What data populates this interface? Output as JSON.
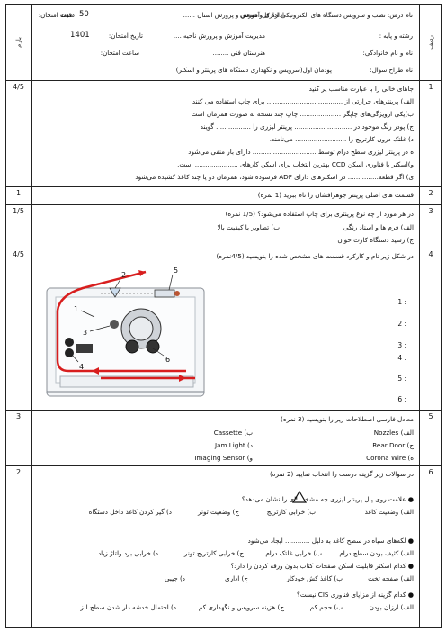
{
  "header": {
    "row1": {
      "course": "نام درس: نصب و سرویس دستگاه های الکترونیکی اداری و صنعتی",
      "office": "اداره کل آموزش و پرورش استان ......",
      "duration_label": "مدت امتحان:",
      "duration_value": "50",
      "duration_unit": "دقیقه"
    },
    "row2": {
      "field": "رشته و پایه :",
      "office2": "مدیریت آموزش و پرورش ناحیه ....",
      "date_label": "تاریخ امتحان:",
      "date_value": "1401"
    },
    "row3": {
      "student": "نام و نام خانوادگی:",
      "school": "هنرستان فنی ........",
      "time_label": "ساعت امتحان:"
    },
    "row4": {
      "designer": "نام طراح سوال:",
      "term": "پودمان اول(سرویس و نگهداری دستگاه های پرینتر و اسکنر)"
    },
    "side_label_right": "ردیف",
    "side_label_left": "بارم"
  },
  "questions": [
    {
      "num": "1",
      "mark": "4/5",
      "lines": [
        "جاهای خالی را با عبارت مناسب پر کنید.",
        "الف) پرینترهای حرارتی از ..................................... برای چاپ استفاده می کنند",
        "ب)یکی ازویژگی‌های چاپگر .................... چاپ چند نسخه به صورت همزمان است",
        "ج) پودر رنگ موجود در ............................ پرینتر لیزری را ................. گویند",
        "د) غلتک درون کارتریج را ......................... می‌نامند.",
        "ه در پرینتر لیزری سطح درام توسط ............................... دارای بار منفی می‌شود",
        "و)اسکنر با فناوری اسکن CCD بهترین انتخاب برای اسکن کارهای ..................... است.",
        "ی) اگر قطعه............... در اسکنرهای دارای ADF فرسوده شود، همزمان دو یا چند کاغذ کشیده می‌شود"
      ]
    },
    {
      "num": "2",
      "mark": "1",
      "lines": [
        "قسمت های اصلی پرینتر جوهرافشان را نام ببرید (1 نمره)"
      ]
    },
    {
      "num": "3",
      "mark": "1/5",
      "lines": [
        "در هر مورد از چه نوع پرینتری برای چاپ استفاده می‌شود؟ (1/5 نمره)"
      ],
      "options": {
        "a": "الف) فرم ها و اسناد رنگی",
        "b": "ب) تصاویر با کیفیت بالا",
        "c": "ج) رسید دستگاه کارت خوان"
      }
    },
    {
      "num": "4",
      "mark": "4/5",
      "lines": [
        "در شکل زیر نام و کارکرد قسمت های مشخص شده را بنویسید (4/5نمره)"
      ],
      "labels": [
        "1 :",
        "2 :",
        "3 :",
        "4 :",
        "5 :",
        "6 :"
      ],
      "diagram_labels": [
        "1",
        "2",
        "3",
        "4",
        "5",
        "6"
      ]
    },
    {
      "num": "5",
      "mark": "3",
      "lines": [
        "معادل فارسی اصطلاحات زیر را بنویسید (3 نمره)"
      ],
      "terms": {
        "a": "الف) Nozzles",
        "b": "ب) Cassette",
        "c": "ج) Rear Door",
        "d": "د) Jam Light",
        "e": "ه) Corona Wire",
        "f": "و) Imaging Sensor"
      }
    },
    {
      "num": "6",
      "mark": "2",
      "lines": [
        "در سوالات زیر گزینه درست را انتخاب نمایید (2 نمره)"
      ],
      "mc": [
        {
          "q": "● علامت            روی پنل پرینتر لیزری چه مشخصه‌ای را نشان می‌دهد؟",
          "opts": [
            "الف) وضعیت کاغذ",
            "ب) خرابی کارتریج",
            "ج) وضعیت تونر",
            "د) گیر کردن کاغذ داخل دستگاه"
          ]
        },
        {
          "q": "● لکه‌های سیاه در سطح کاغذ به دلیل ............ ایجاد می‌شود",
          "opts": [
            "الف) کثیف بودن سطح درام",
            "ب) خرابی غلتک درام",
            "ج) خرابی کارتریج تونر",
            "د) خرابی برد ولتاژ زیاد"
          ]
        },
        {
          "q": "● کدام اسکنر قابلیت اسکن صفحات کتاب بدون ورقه کردن را دارد؟",
          "opts": [
            "الف) صفحه تخت",
            "ب) کاغذ کش خودکار",
            "ج) اداری",
            "د) جیبی"
          ]
        },
        {
          "q": "● کدام گزینه از مزایای فناوری CIS نیست؟",
          "opts": [
            "الف) ارزان بودن",
            "ب) حجم کم",
            "ج) هزینه سرویس و نگهداری کم",
            "د) احتمال خدشه دار شدن سطح لنز"
          ]
        }
      ]
    }
  ]
}
